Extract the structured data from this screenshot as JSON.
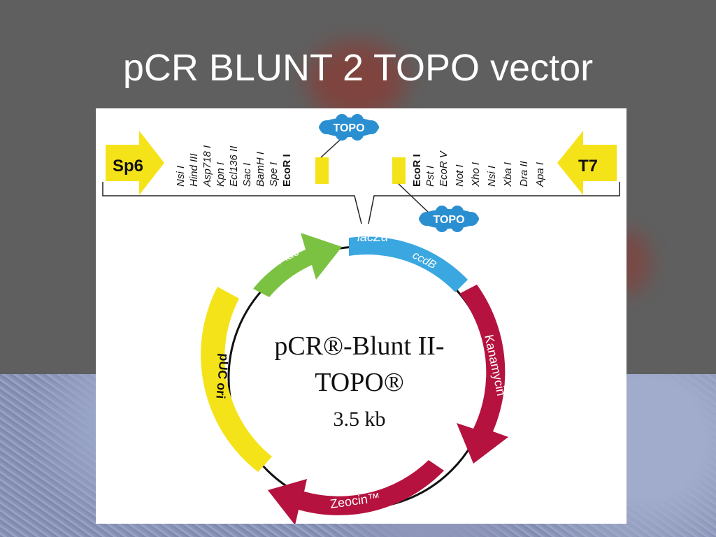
{
  "slide_title": "pCR BLUNT 2 TOPO vector",
  "diagram": {
    "sp6_label": "Sp6",
    "t7_label": "T7",
    "topo_label": "TOPO",
    "left_sites": [
      "Nsi I",
      "Hind III",
      "Asp718 I",
      "Kpn I",
      "Ecl136 II",
      "Sac I",
      "BamH I",
      "Spe I",
      "EcoR I"
    ],
    "right_sites": [
      "EcoR I",
      "Pst I",
      "EcoR V",
      "Not I",
      "Xho I",
      "Nsi I",
      "Xba I",
      "Dra II",
      "Apa I"
    ],
    "plac_label": "Plac",
    "lacz_label": "lacZα",
    "ccdb_label": "ccdB",
    "kanamycin_label": "Kanamycin",
    "zeocin_label": "Zeocin™",
    "puc_label": "pUC ori",
    "plasmid_name_line1": "pCR®-Blunt II-",
    "plasmid_name_line2": "TOPO®",
    "plasmid_size": "3.5 kb",
    "colors": {
      "yellow": "#f5e31a",
      "green": "#7cc242",
      "blue": "#3aa7e0",
      "crimson": "#b5123f",
      "topo_cloud": "#2a8fd1"
    }
  }
}
